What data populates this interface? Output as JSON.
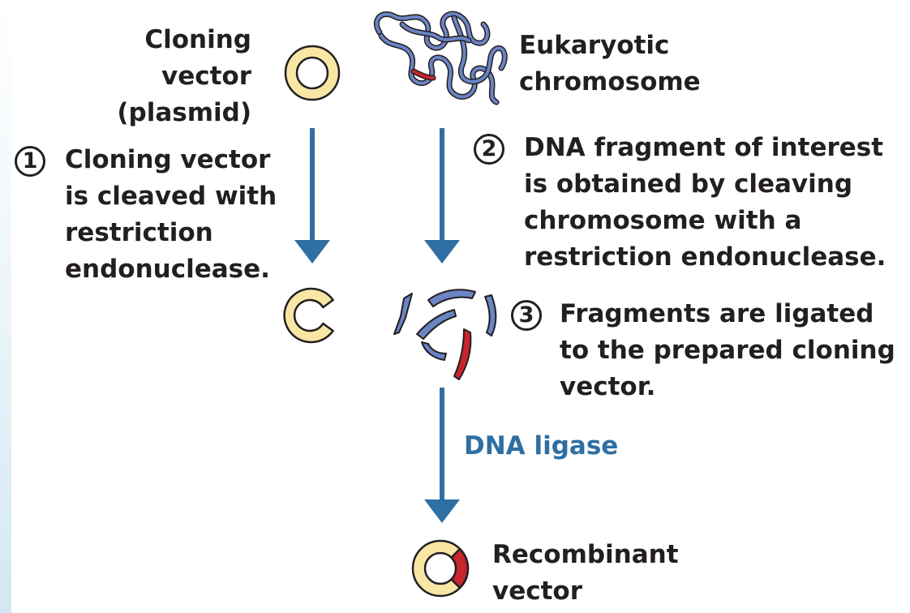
{
  "labels": {
    "cloning_vector": [
      "Cloning",
      "vector",
      "(plasmid)"
    ],
    "eukaryotic_chromosome": [
      "Eukaryotic",
      "chromosome"
    ],
    "dna_ligase": "DNA ligase",
    "recombinant_vector": [
      "Recombinant",
      "vector"
    ]
  },
  "steps": [
    {
      "number": "1",
      "lines": [
        "Cloning vector",
        "is cleaved with",
        "restriction",
        "endonuclease."
      ]
    },
    {
      "number": "2",
      "lines": [
        "DNA fragment of interest",
        "is obtained by cleaving",
        "chromosome with a",
        "restriction endonuclease."
      ]
    },
    {
      "number": "3",
      "lines": [
        "Fragments are ligated",
        "to the prepared cloning",
        "vector."
      ]
    }
  ],
  "colors": {
    "plasmid_fill": "#f9e6a5",
    "outline": "#231f20",
    "dna_blue": "#6a84c4",
    "insert_red": "#c8262c",
    "arrow_blue": "#2f6fa3"
  }
}
